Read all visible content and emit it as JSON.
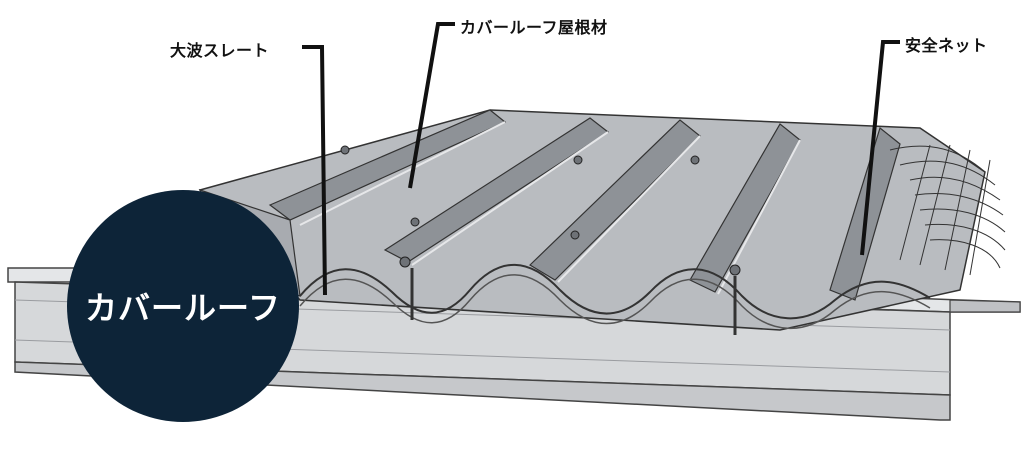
{
  "labels": {
    "slate": "大波スレート",
    "cover": "カバールーフ屋根材",
    "net": "安全ネット"
  },
  "badge": "カバールーフ",
  "colors": {
    "badge_bg": "#0d2438",
    "badge_text": "#ffffff",
    "roof_fill": "#b9bcc0",
    "roof_shadow": "#7d8187",
    "beam_fill": "#d6d8da",
    "line": "#333333"
  }
}
